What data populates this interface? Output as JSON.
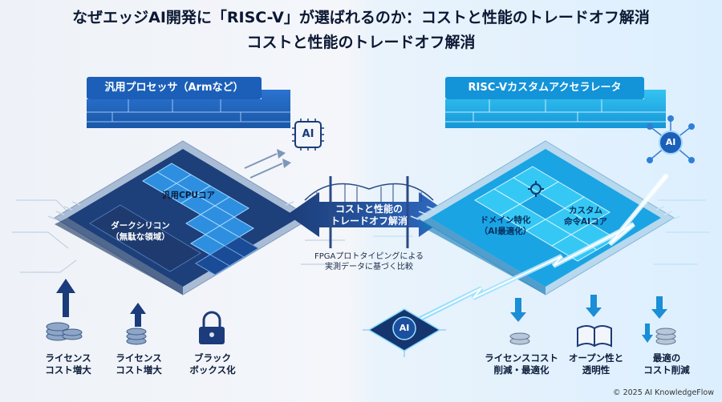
{
  "title": "なぜエッジAI開発に「RISC-V」が選ばれるのか：コストと性能のトレードオフ解消",
  "subtitle": "コストと性能のトレードオフ解消",
  "left_panel": {
    "label": "汎用プロセッサ（Armなど）",
    "chip_core_label": "汎用CPUコア",
    "dark_silicon_label": "ダークシリコン\n（無駄な領域）",
    "ai_badge": "AI",
    "bottom_items": [
      {
        "label": "ライセンス\nコスト増大",
        "icon": "coins-up-icon"
      },
      {
        "label": "ライセンス\nコスト増大",
        "icon": "coins-up-icon"
      },
      {
        "label": "ブラック\nボックス化",
        "icon": "padlock-icon"
      }
    ]
  },
  "bridge": {
    "label": "コストと性能の\nトレードオフ解消",
    "note": "FPGAプロトタイピングによる\n実測データに基づく比較"
  },
  "right_panel": {
    "label": "RISC-Vカスタムアクセラレータ",
    "domain_label": "ドメイン特化\n（AI最適化）",
    "custom_label": "カスタム\n命令AIコア",
    "ai_badge": "AI",
    "edge_chip_badge": "AI",
    "bottom_items": [
      {
        "label": "ライセンスコスト\n削減・最適化",
        "icon": "coins-down-icon"
      },
      {
        "label": "オープン性と\n透明性",
        "icon": "open-book-icon"
      },
      {
        "label": "最適の\nコスト削減",
        "icon": "coins-down-icon"
      }
    ]
  },
  "copyright": "© 2025 AI KnowledgeFlow",
  "colors": {
    "left_primary": "#1b5fb8",
    "right_primary": "#1393d8",
    "dark_silicon": "#1e3a6e",
    "accent_light": "#5fc8f0"
  }
}
